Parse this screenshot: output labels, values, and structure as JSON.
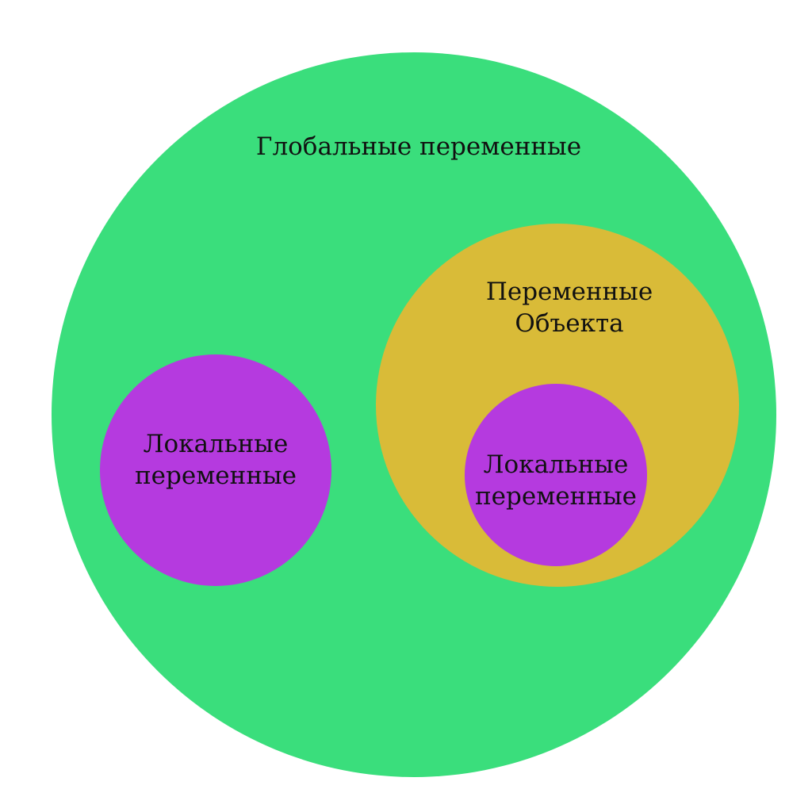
{
  "diagram": {
    "global": {
      "label": "Глобальные переменные",
      "color": "#3ade7c"
    },
    "object": {
      "label_line1": "Переменные",
      "label_line2": "Объекта",
      "color": "#d9bb38"
    },
    "local_left": {
      "label_line1": "Локальные",
      "label_line2": "переменные",
      "color": "#b53adf"
    },
    "local_inner": {
      "label_line1": "Локальные",
      "label_line2": "переменные",
      "color": "#b53adf"
    }
  }
}
